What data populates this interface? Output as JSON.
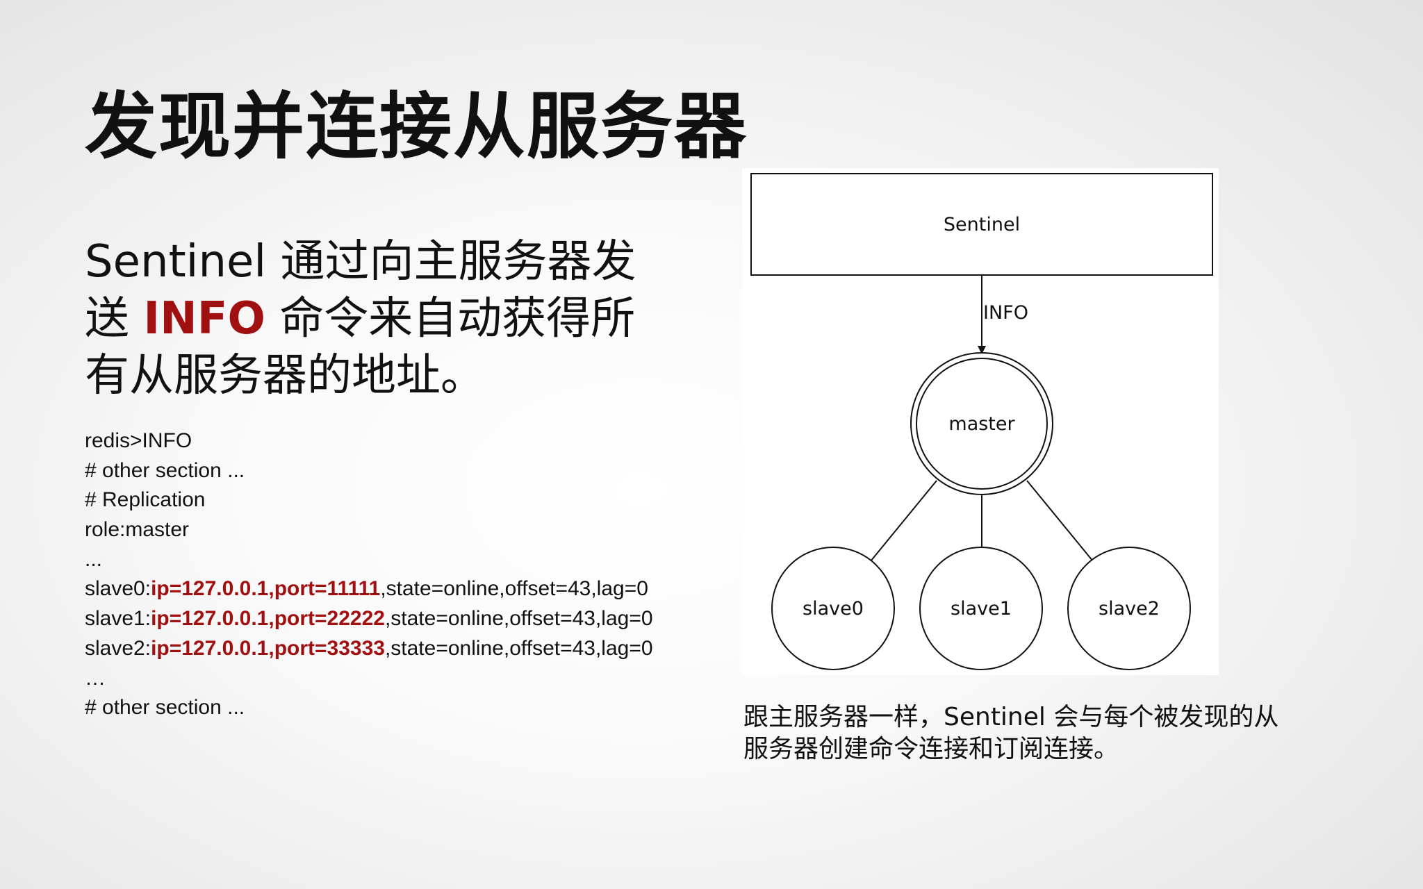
{
  "title": "发现并连接从服务器",
  "lead": {
    "line1": "Sentinel 通过向主服务器发",
    "line2_prefix": "送 ",
    "line2_highlight": "INFO",
    "line2_suffix": " 命令来自动获得所",
    "line3": "有从服务器的地址。"
  },
  "code": {
    "line1": "redis>INFO",
    "line2": "# other section ...",
    "line3": "# Replication",
    "line4": "role:master",
    "line5": "...",
    "slaves": [
      {
        "prefix": "slave0:",
        "highlight": "ip=127.0.0.1,port=11111",
        "suffix": ",state=online,offset=43,lag=0"
      },
      {
        "prefix": "slave1:",
        "highlight": "ip=127.0.0.1,port=22222",
        "suffix": ",state=online,offset=43,lag=0"
      },
      {
        "prefix": "slave2:",
        "highlight": "ip=127.0.0.1,port=33333",
        "suffix": ",state=online,offset=43,lag=0"
      }
    ],
    "line9": "…",
    "line10": "# other section ..."
  },
  "diagram": {
    "sentinel_label": "Sentinel",
    "edge_label": "INFO",
    "master_label": "master",
    "slave0_label": "slave0",
    "slave1_label": "slave1",
    "slave2_label": "slave2"
  },
  "caption": {
    "line1": "跟主服务器一样，Sentinel 会与每个被发现的从",
    "line2": "服务器创建命令连接和订阅连接。"
  }
}
